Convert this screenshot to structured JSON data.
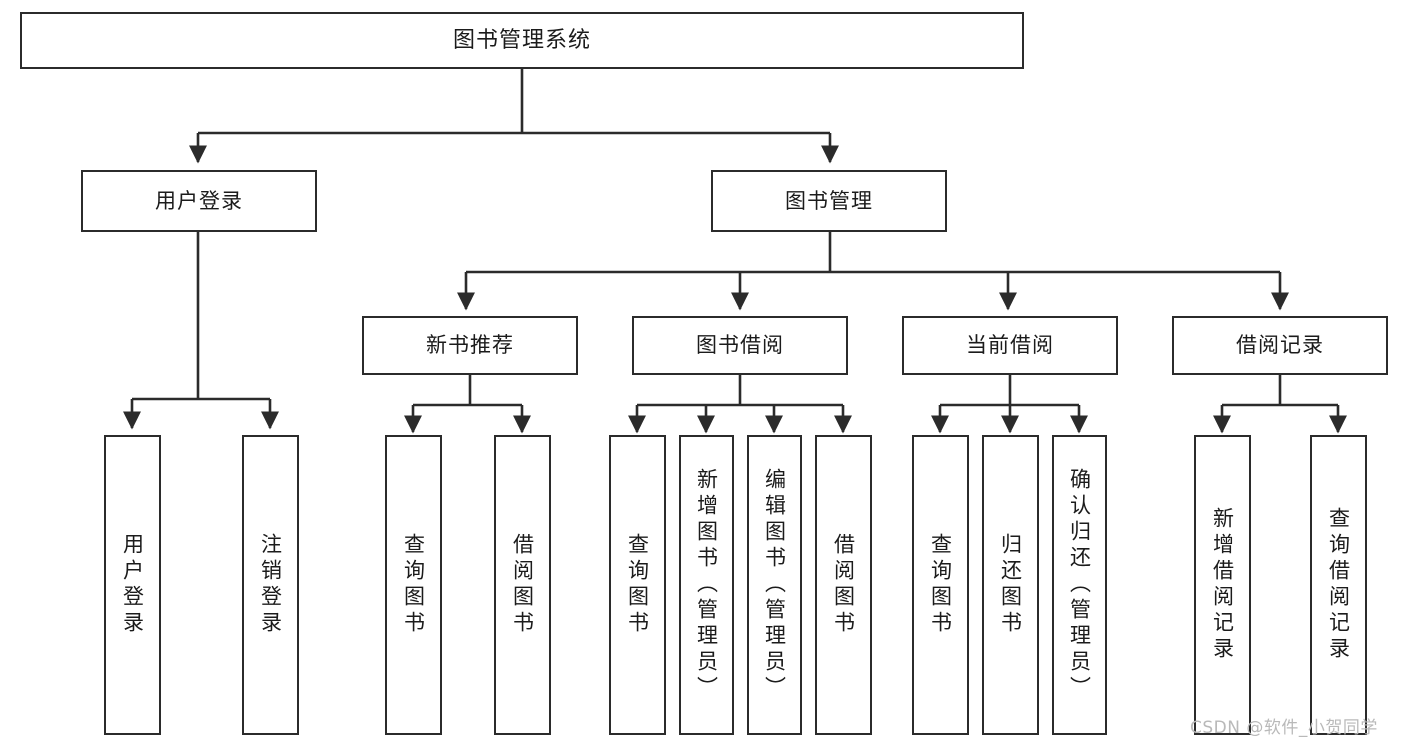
{
  "diagram": {
    "title": "图书管理系统",
    "type": "tree",
    "watermark": "CSDN @软件_小贺同学",
    "colors": {
      "node_border": "#2b2b2b",
      "node_fill": "#ffffff",
      "connector": "#2b2b2b",
      "text": "#1b1b1b",
      "watermark": "#b9b9b9",
      "background": "#ffffff"
    },
    "levels": {
      "root": [
        "图书管理系统"
      ],
      "level2": [
        "用户登录",
        "图书管理"
      ],
      "level3": [
        "新书推荐",
        "图书借阅",
        "当前借阅",
        "借阅记录"
      ],
      "leaves": [
        "用户登录",
        "注销登录",
        "查询图书",
        "借阅图书",
        "查询图书",
        "新增图书（管理员）",
        "编辑图书（管理员）",
        "借阅图书",
        "查询图书",
        "归还图书",
        "确认归还（管理员）",
        "新增借阅记录",
        "查询借阅记录"
      ]
    },
    "nodes": {
      "root": {
        "label": "图书管理系统"
      },
      "user_login": {
        "label": "用户登录"
      },
      "book_manage": {
        "label": "图书管理"
      },
      "new_book_rec": {
        "label": "新书推荐"
      },
      "book_borrow": {
        "label": "图书借阅"
      },
      "current_borrow": {
        "label": "当前借阅"
      },
      "borrow_record": {
        "label": "借阅记录"
      },
      "leaf_user_login": {
        "label": "用户登录"
      },
      "leaf_logout": {
        "label": "注销登录"
      },
      "leaf_query_book_1": {
        "label": "查询图书"
      },
      "leaf_borrow_book_1": {
        "label": "借阅图书"
      },
      "leaf_query_book_2": {
        "label": "查询图书"
      },
      "leaf_add_book": {
        "label": "新增图书（管理员）"
      },
      "leaf_edit_book": {
        "label": "编辑图书（管理员）"
      },
      "leaf_borrow_book_2": {
        "label": "借阅图书"
      },
      "leaf_query_book_3": {
        "label": "查询图书"
      },
      "leaf_return_book": {
        "label": "归还图书"
      },
      "leaf_confirm_return": {
        "label": "确认归还（管理员）"
      },
      "leaf_add_record": {
        "label": "新增借阅记录"
      },
      "leaf_query_record": {
        "label": "查询借阅记录"
      }
    },
    "edges": [
      {
        "from": "root",
        "to": "user_login"
      },
      {
        "from": "root",
        "to": "book_manage"
      },
      {
        "from": "user_login",
        "to": "leaf_user_login"
      },
      {
        "from": "user_login",
        "to": "leaf_logout"
      },
      {
        "from": "book_manage",
        "to": "new_book_rec"
      },
      {
        "from": "book_manage",
        "to": "book_borrow"
      },
      {
        "from": "book_manage",
        "to": "current_borrow"
      },
      {
        "from": "book_manage",
        "to": "borrow_record"
      },
      {
        "from": "new_book_rec",
        "to": "leaf_query_book_1"
      },
      {
        "from": "new_book_rec",
        "to": "leaf_borrow_book_1"
      },
      {
        "from": "book_borrow",
        "to": "leaf_query_book_2"
      },
      {
        "from": "book_borrow",
        "to": "leaf_add_book"
      },
      {
        "from": "book_borrow",
        "to": "leaf_edit_book"
      },
      {
        "from": "book_borrow",
        "to": "leaf_borrow_book_2"
      },
      {
        "from": "current_borrow",
        "to": "leaf_query_book_3"
      },
      {
        "from": "current_borrow",
        "to": "leaf_return_book"
      },
      {
        "from": "current_borrow",
        "to": "leaf_confirm_return"
      },
      {
        "from": "borrow_record",
        "to": "leaf_add_record"
      },
      {
        "from": "borrow_record",
        "to": "leaf_query_record"
      }
    ]
  }
}
